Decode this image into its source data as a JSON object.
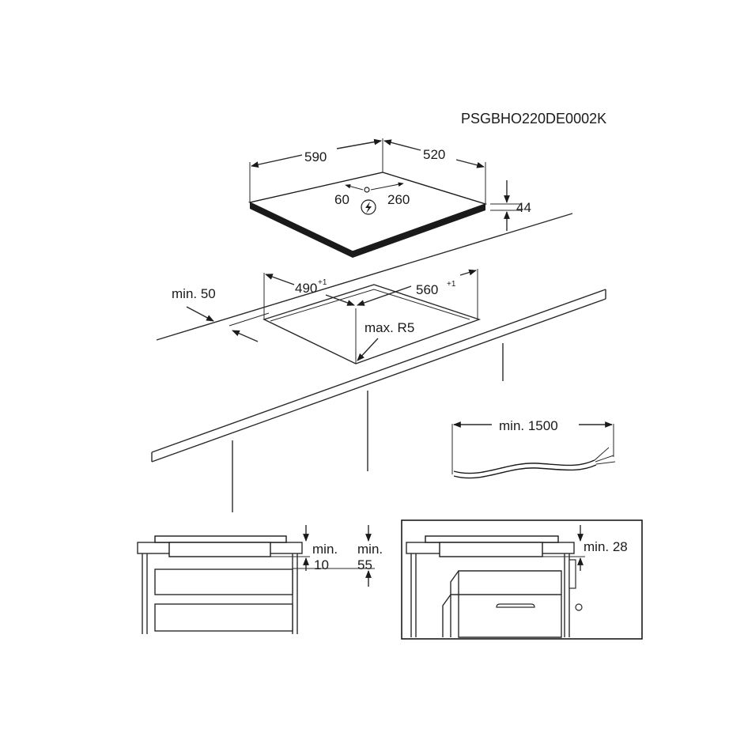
{
  "doc_code": "PSGBHO220DE0002K",
  "hob": {
    "width": "590",
    "depth": "520",
    "height": "44",
    "cable_offset": "60",
    "cable_distance": "260"
  },
  "cutout": {
    "width": "490",
    "width_tol": "+1",
    "depth": "560",
    "depth_tol": "+1",
    "front_margin": "min. 50",
    "corner_radius": "max. R5"
  },
  "cable": {
    "length": "min. 1500"
  },
  "install_drawer": {
    "gap_label_1": "min.",
    "gap_value_1": "10",
    "gap_label_2": "min.",
    "gap_value_2": "55"
  },
  "install_oven": {
    "gap": "min. 28"
  },
  "colors": {
    "line": "#2a2a2a",
    "hob_edge": "#1a1a1a",
    "background": "#ffffff"
  }
}
